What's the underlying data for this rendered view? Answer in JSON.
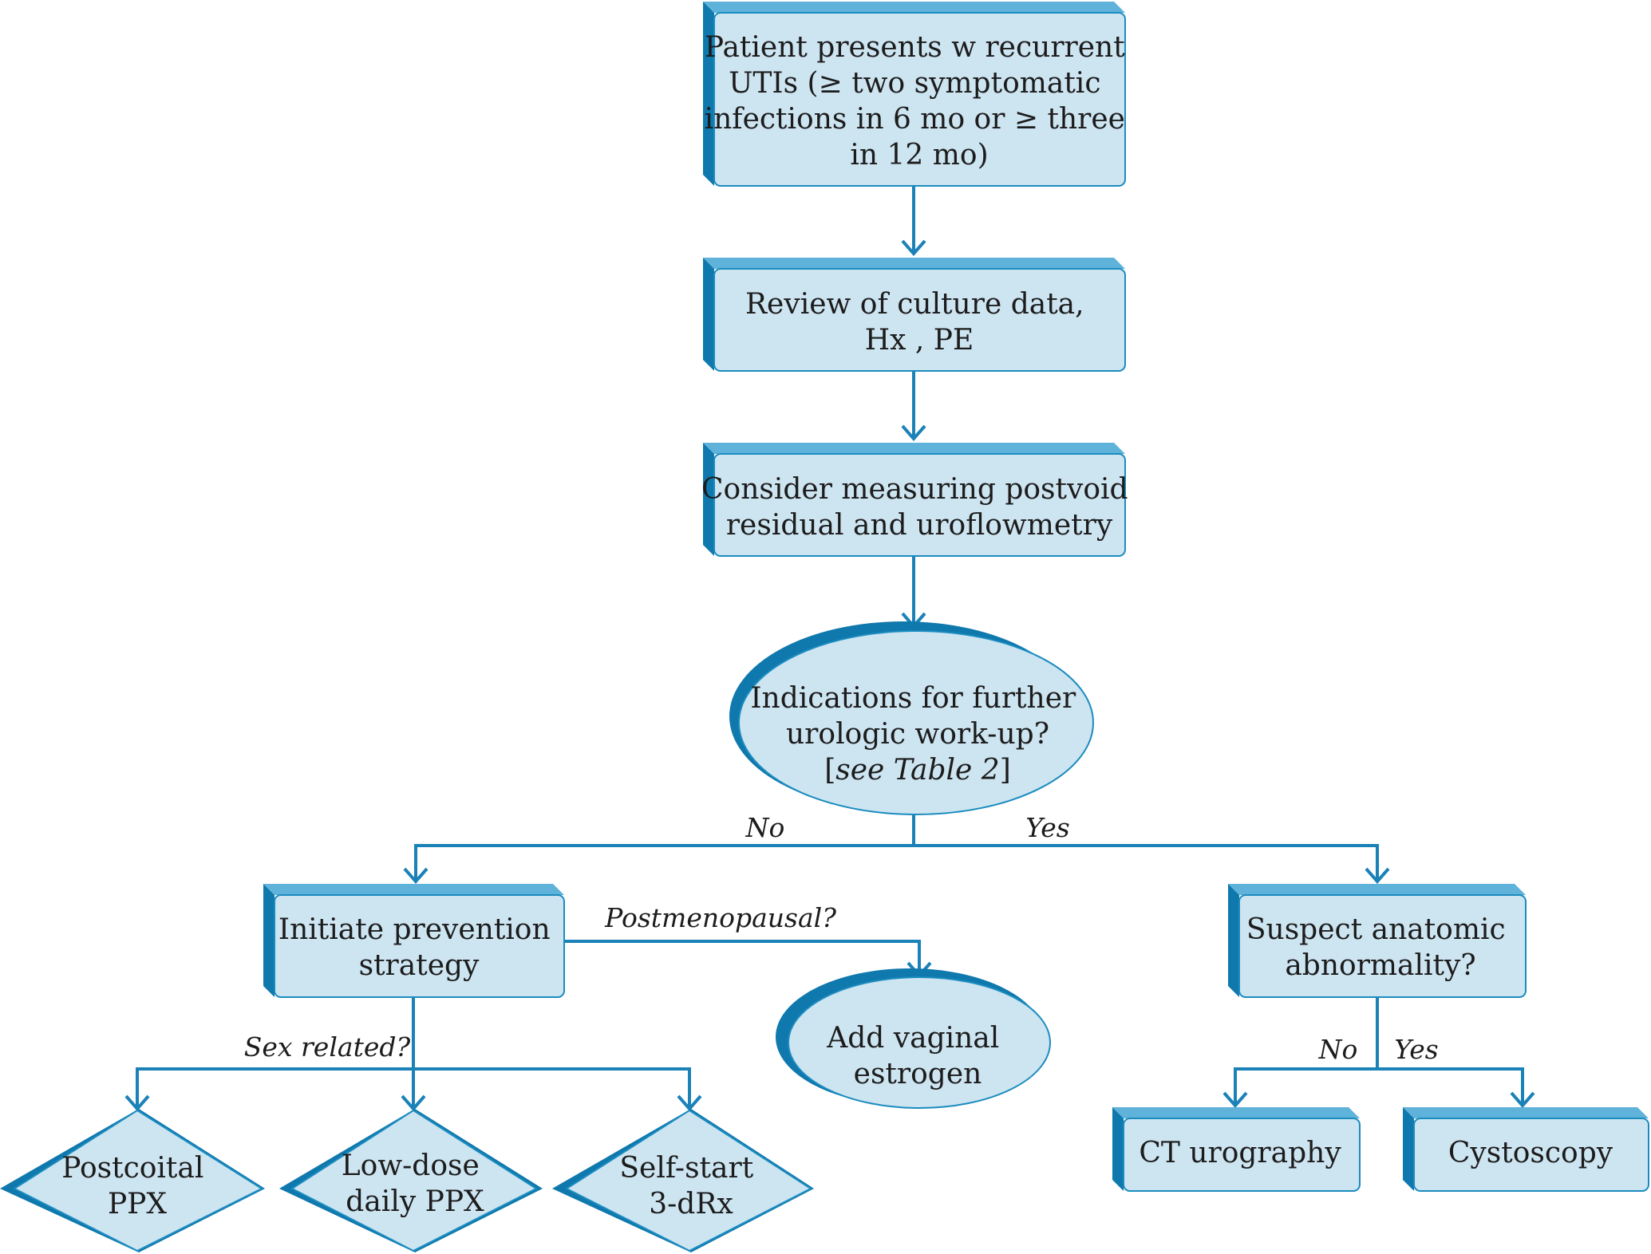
{
  "nodes": {
    "presents": [
      "Patient presents w recurrent",
      "UTIs (≥ two symptomatic",
      "infections in 6 mo or ≥ three",
      "in 12 mo)"
    ],
    "review": [
      "Review of culture data,",
      "Hx , PE"
    ],
    "consider": [
      "Consider measuring postvoid",
      "residual and uroflowmetry"
    ],
    "indications": {
      "line1": "Indications for further",
      "line2": "urologic work-up?",
      "ref_open": "[",
      "ref_text": "see Table 2",
      "ref_close": "]"
    },
    "prevention": [
      "Initiate prevention",
      "strategy"
    ],
    "estrogen": [
      "Add vaginal",
      "estrogen"
    ],
    "anatomic": [
      "Suspect anatomic",
      "abnormality?"
    ],
    "postcoital": [
      "Postcoital",
      "PPX"
    ],
    "lowdose": [
      "Low-dose",
      "daily PPX"
    ],
    "selfstart": [
      "Self-start",
      "3-dRx"
    ],
    "ct": [
      "CT urography"
    ],
    "cystoscopy": [
      "Cystoscopy"
    ]
  },
  "edge_labels": {
    "workup_no": "No",
    "workup_yes": "Yes",
    "postmenopausal": "Postmenopausal?",
    "sex_related": "Sex related?",
    "anatomic_no": "No",
    "anatomic_yes": "Yes"
  },
  "colors": {
    "box_fill": "#cde4f1",
    "box_top": "#5fb2d9",
    "box_side": "#0f78ad",
    "connector": "#1b82b8"
  }
}
